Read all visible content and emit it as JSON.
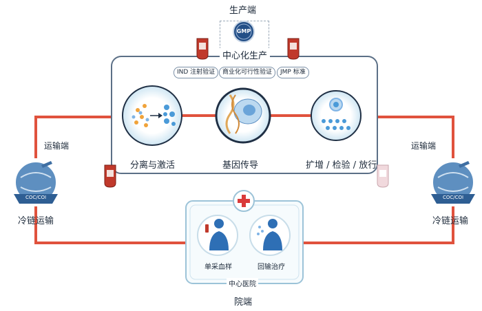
{
  "top": {
    "section_title": "生产端",
    "badge_text": "GMP",
    "center_title": "中心化生产",
    "tags": [
      "IND 注射验证",
      "商业化可行性验证",
      "JMP 标准"
    ]
  },
  "steps": [
    {
      "label": "分离与激活"
    },
    {
      "label": "基因传导"
    },
    {
      "label": "扩增 / 检验 / 放行"
    }
  ],
  "transport": {
    "left_label": "运输端",
    "right_label": "运输端",
    "left_cold_chain": "冷链运输",
    "right_cold_chain": "冷链运输",
    "globe_text": "COC/COI"
  },
  "hospital": {
    "steps": [
      {
        "label": "单采血样"
      },
      {
        "label": "回输治疗"
      }
    ],
    "center_label": "中心医院",
    "section_title": "院端"
  },
  "colors": {
    "red_line": "#e0523d",
    "frame": "#5b6f86",
    "hospital_frame": "#9cc3d8",
    "blue_accent": "#2e6fb5"
  }
}
